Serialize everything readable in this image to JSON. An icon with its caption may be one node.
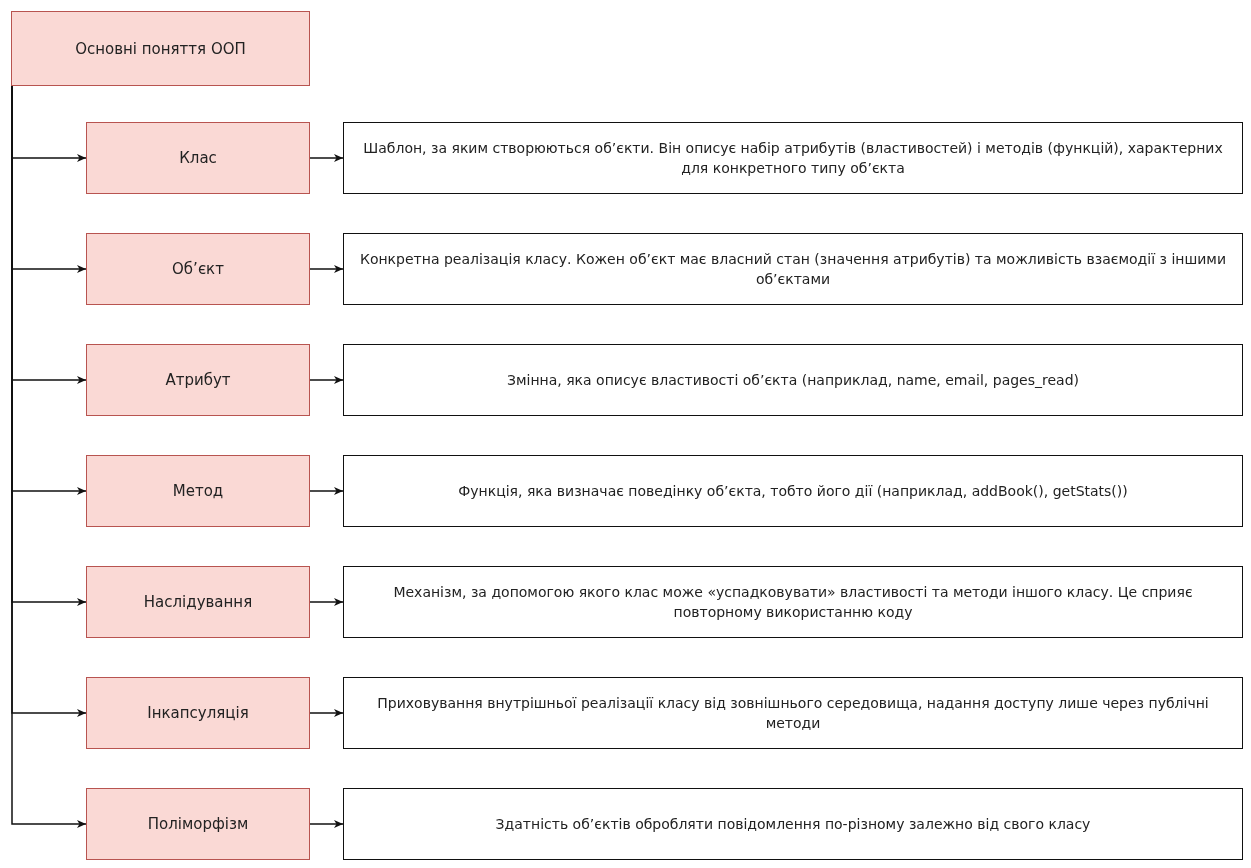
{
  "diagram": {
    "nodes": [
      {
        "text": [
          "Основні поняття ООП"
        ]
      },
      {
        "text": [
          "Клас"
        ]
      },
      {
        "text": [
          "Шаблон, за яким створюються об’єкти. Він описує набір атрибутів (властивостей) і методів (функцій), характерних для конкретного типу об’єкта"
        ]
      },
      {
        "text": [
          "Об’єкт"
        ]
      },
      {
        "text": [
          "Конкретна реалізація класу. Кожен об’єкт має власний стан (значення атрибутів) та можливість взаємодії з іншими об’єктами"
        ]
      },
      {
        "text": [
          "Атрибут"
        ]
      },
      {
        "text": [
          "Змінна, яка описує властивості об’єкта (наприклад, name, email, pages_read)"
        ]
      },
      {
        "text": [
          "Метод"
        ]
      },
      {
        "text": [
          "Функція, яка визначає поведінку об’єкта, тобто його дії (наприклад, addBook(), getStats())"
        ]
      },
      {
        "text": [
          "Наслідування"
        ]
      },
      {
        "text": [
          "Механізм, за допомогою якого клас може «успадковувати» властивості та методи іншого класу. Це сприяє повторному використанню коду"
        ]
      },
      {
        "text": [
          "Інкапсуляція"
        ]
      },
      {
        "text": [
          "Приховування внутрішньої реалізації класу від зовнішнього середовища, надання доступу лише через публічні методи"
        ]
      },
      {
        "text": [
          "Поліморфізм"
        ]
      },
      {
        "text": [
          "Здатність об’єктів обробляти повідомлення по-різному залежно від свого класу"
        ]
      }
    ],
    "edges": [
      {
        "from": 0,
        "to": 1,
        "arrow": "to"
      },
      {
        "from": 1,
        "to": 2,
        "arrow": "to"
      },
      {
        "from": 0,
        "to": 3,
        "arrow": "to"
      },
      {
        "from": 3,
        "to": 4,
        "arrow": "to"
      },
      {
        "from": 0,
        "to": 5,
        "arrow": "to"
      },
      {
        "from": 5,
        "to": 6,
        "arrow": "to"
      },
      {
        "from": 0,
        "to": 7,
        "arrow": "to"
      },
      {
        "from": 7,
        "to": 8,
        "arrow": "to"
      },
      {
        "from": 0,
        "to": 9,
        "arrow": "to"
      },
      {
        "from": 9,
        "to": 10,
        "arrow": "to"
      },
      {
        "from": 0,
        "to": 11,
        "arrow": "to"
      },
      {
        "from": 11,
        "to": 12,
        "arrow": "to"
      },
      {
        "from": 0,
        "to": 13,
        "arrow": "to"
      },
      {
        "from": 13,
        "to": 14,
        "arrow": "to"
      }
    ]
  }
}
